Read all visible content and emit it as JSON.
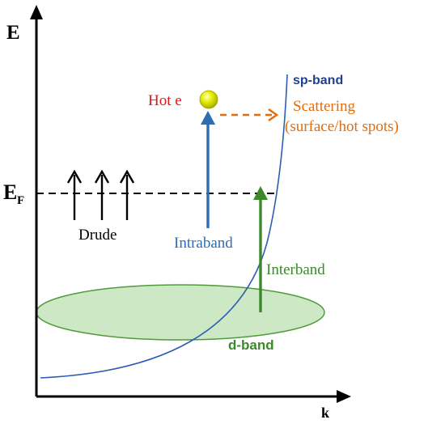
{
  "axes": {
    "y_label": "E",
    "x_label": "k",
    "fermi_label": "E",
    "fermi_subscript": "F"
  },
  "labels": {
    "sp_band": "sp-band",
    "hot_e": "Hot e",
    "scattering_line1": "Scattering",
    "scattering_line2": "(surface/hot spots)",
    "drude": "Drude",
    "intraband": "Intraband",
    "interband": "Interband",
    "d_band": "d-band"
  },
  "colors": {
    "sp_band": "#1f3f8f",
    "hot_e": "#e8141b",
    "scattering": "#e46c0a",
    "intraband": "#2e6db3",
    "interband": "#3b8a2a",
    "d_band_fill": "#cde8c4",
    "d_band_stroke": "#4f9a3c",
    "axis": "#000000"
  }
}
